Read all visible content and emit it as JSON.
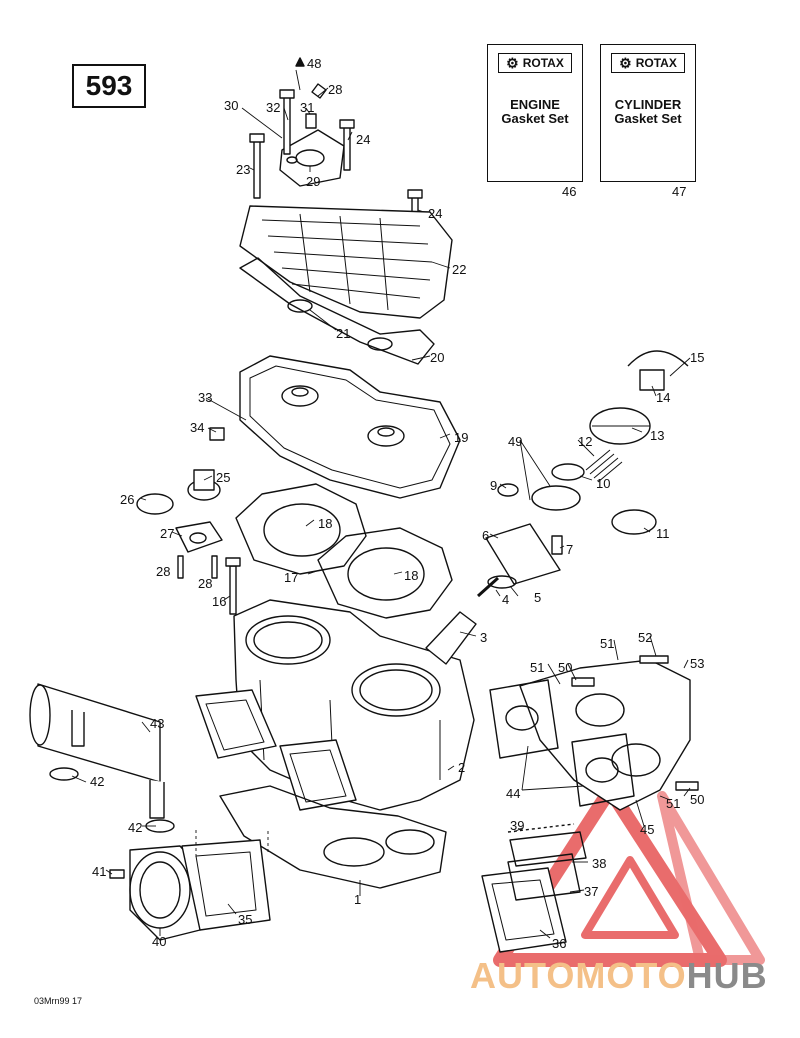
{
  "page_number": "593",
  "gasket_sets": [
    {
      "brand": "ROTAX",
      "line1": "ENGINE",
      "line2": "Gasket Set",
      "part": "46"
    },
    {
      "brand": "ROTAX",
      "line1": "CYLINDER",
      "line2": "Gasket Set",
      "part": "47"
    }
  ],
  "part_labels": [
    "48",
    "28",
    "30",
    "32",
    "31",
    "24",
    "23",
    "29",
    "24",
    "22",
    "21",
    "20",
    "15",
    "14",
    "33",
    "34",
    "19",
    "13",
    "49",
    "12",
    "25",
    "9",
    "10",
    "26",
    "18",
    "11",
    "27",
    "6",
    "7",
    "28",
    "28",
    "17",
    "18",
    "4",
    "5",
    "16",
    "3",
    "51",
    "52",
    "51",
    "50",
    "53",
    "43",
    "42",
    "2",
    "44",
    "51",
    "50",
    "42",
    "45",
    "39",
    "38",
    "41",
    "37",
    "35",
    "36",
    "40",
    "1"
  ],
  "drawing_code": "03Mrn99 17",
  "watermark": {
    "part1": "AUTOMOTO",
    "part2": "HUB",
    "color_light": "#f4c088",
    "color_dark": "#8a8a8a",
    "triangle_color": "#e23b3b"
  }
}
